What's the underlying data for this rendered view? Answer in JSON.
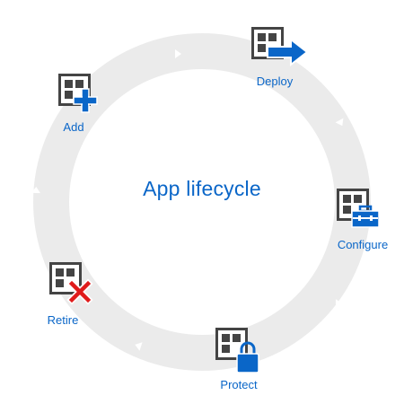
{
  "colors": {
    "accent": "#0a66c8",
    "tile": "#444444",
    "ring": "#ebebeb",
    "retire_mark": "#e01b1b"
  },
  "diagram": {
    "title": "App lifecycle",
    "stages": [
      {
        "id": "deploy",
        "label": "Deploy",
        "icon": "deploy-arrow-icon"
      },
      {
        "id": "configure",
        "label": "Configure",
        "icon": "toolbox-icon"
      },
      {
        "id": "protect",
        "label": "Protect",
        "icon": "padlock-icon"
      },
      {
        "id": "retire",
        "label": "Retire",
        "icon": "red-x-icon"
      },
      {
        "id": "add",
        "label": "Add",
        "icon": "plus-icon"
      }
    ]
  }
}
